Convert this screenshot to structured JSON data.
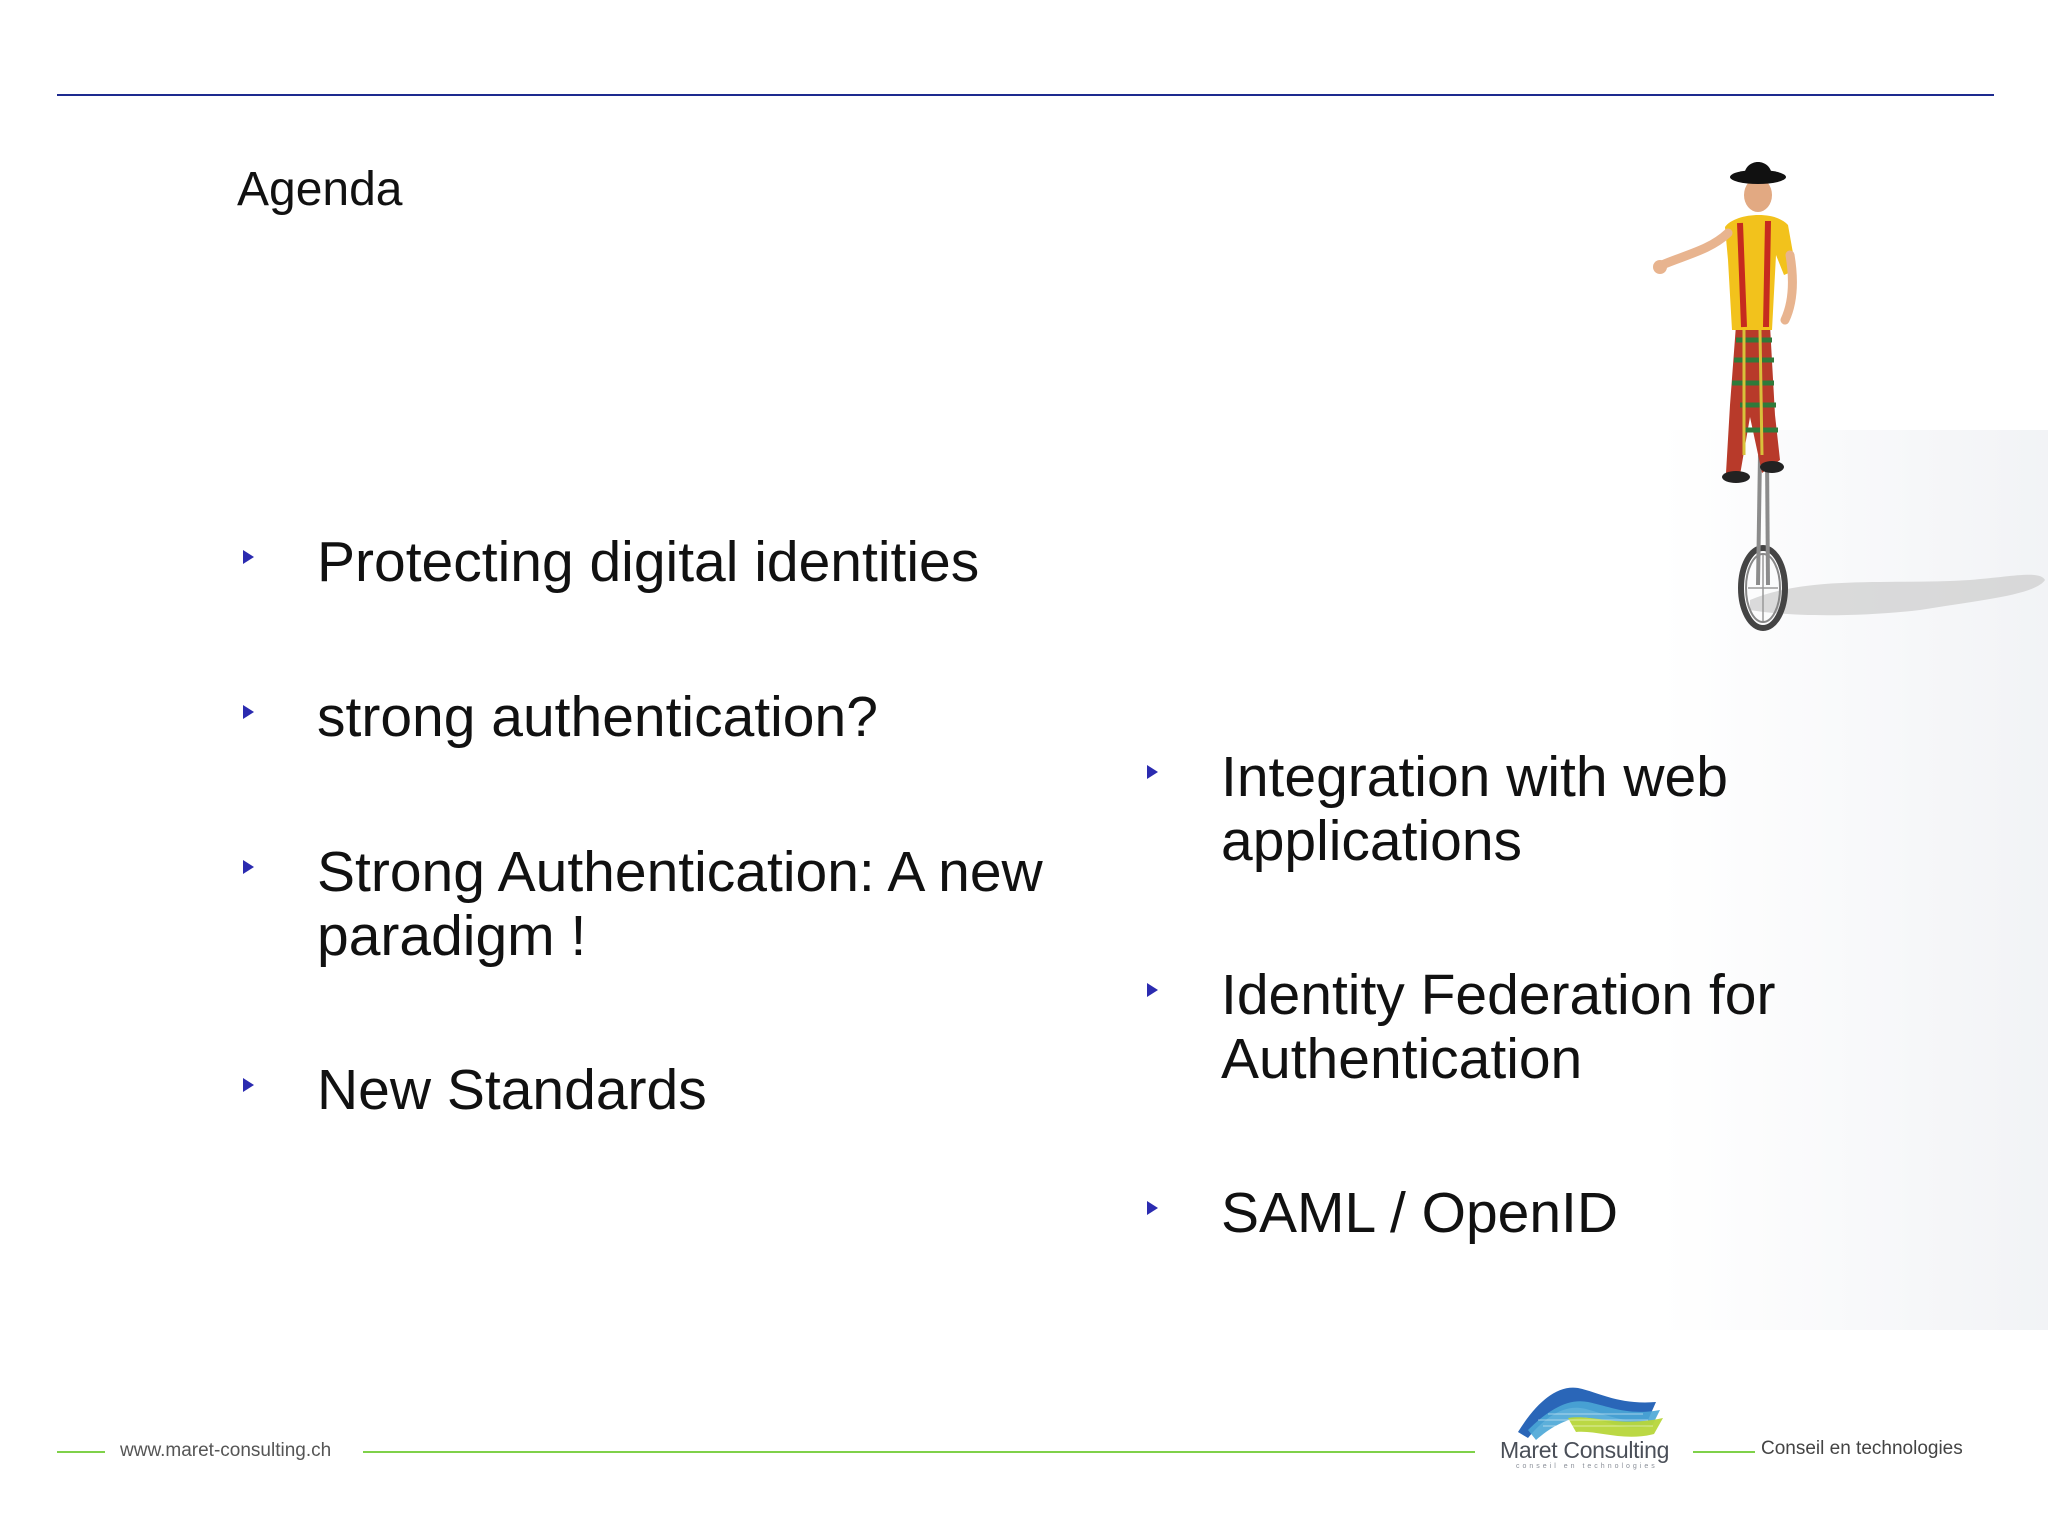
{
  "slide": {
    "title": "Agenda",
    "left_items": [
      {
        "label": "Protecting digital identities"
      },
      {
        "label": "strong authentication?"
      },
      {
        "label": "Strong Authentication: A new paradigm !"
      },
      {
        "label": "New Standards"
      }
    ],
    "right_items": [
      {
        "label": "Integration with web applications"
      },
      {
        "label": "Identity Federation for Authentication"
      },
      {
        "label": "SAML / OpenID"
      }
    ]
  },
  "footer": {
    "url": "www.maret-consulting.ch",
    "tagline": "Conseil en technologies",
    "logo_name": "Maret Consulting",
    "logo_subtitle": "conseil en technologies"
  },
  "colors": {
    "rule": "#1d2a8f",
    "bullet": "#2b2bb0",
    "footer_line": "#7fd14a"
  },
  "icons": {
    "bullet": "triangle-bullet-icon",
    "logo": "maret-consulting-logo"
  }
}
